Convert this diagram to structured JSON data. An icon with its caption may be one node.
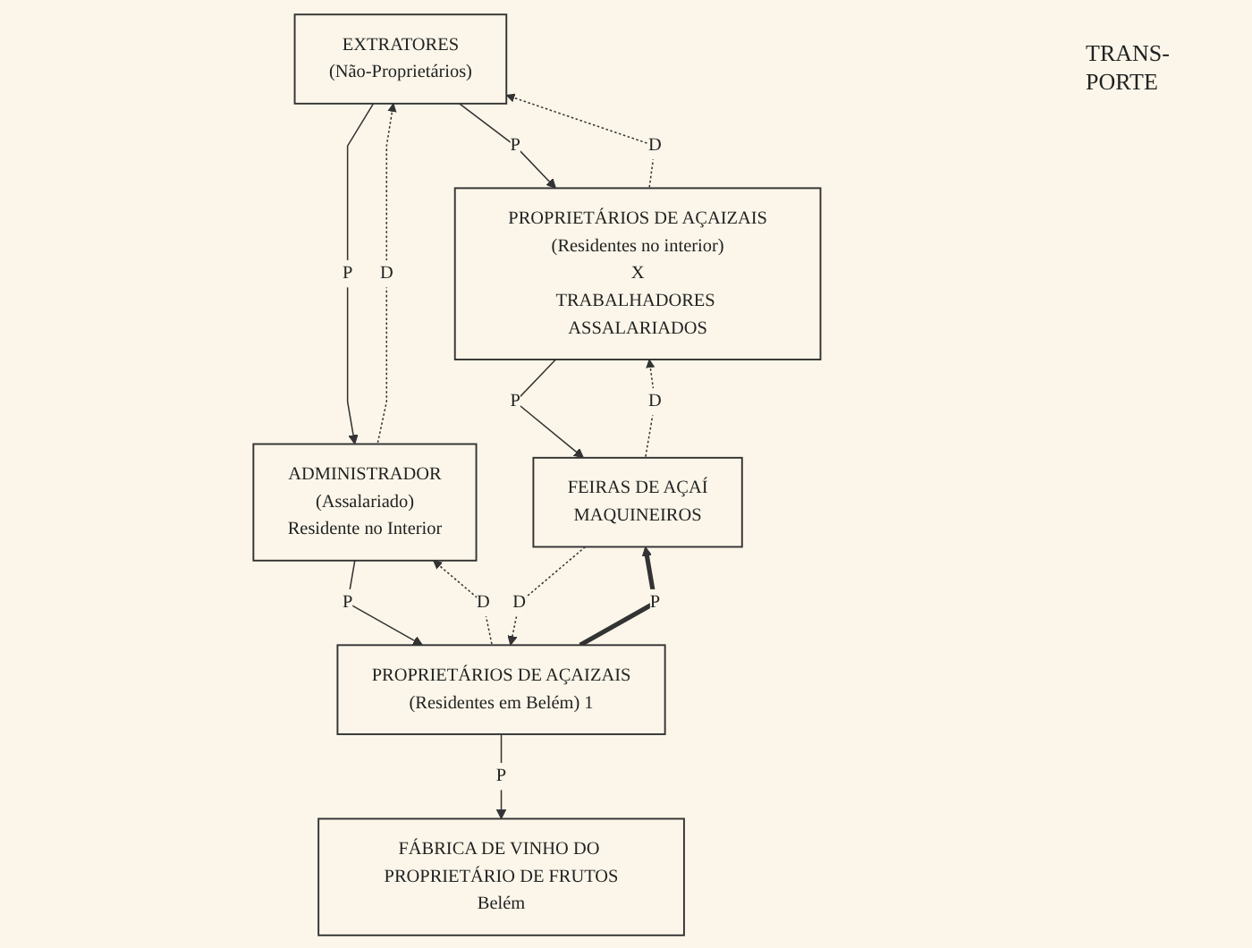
{
  "diagram": {
    "nodes": [
      {
        "text": [
          "EXTRATORES",
          "(Não-Proprietários)"
        ]
      },
      {
        "text": [
          "PROPRIETÁRIOS DE AÇAIZAIS",
          "(Residentes no interior)",
          "X",
          "TRABALHADORES ASSALARIADOS"
        ]
      },
      {
        "text": [
          "ADMINISTRADOR",
          "(Assalariado)",
          "Residente no Interior"
        ]
      },
      {
        "text": [
          "FEIRAS DE AÇAÍ",
          "MAQUINEIROS"
        ]
      },
      {
        "text": [
          "PROPRIETÁRIOS DE AÇAIZAIS",
          "(Residentes em Belém) 1"
        ]
      },
      {
        "text": [
          "FÁBRICA DE VINHO DO PROPRIETÁRIO DE FRUTOS",
          "Belém"
        ]
      }
    ],
    "edges": [
      {
        "from": 0,
        "to": 1,
        "arrow": "to",
        "label": "P"
      },
      {
        "from": 1,
        "to": 0,
        "arrow": "to",
        "label": "D",
        "style": "dashed"
      },
      {
        "from": 0,
        "to": 2,
        "arrow": "to",
        "label": "P"
      },
      {
        "from": 2,
        "to": 0,
        "arrow": "to",
        "label": "D",
        "style": "dashed"
      },
      {
        "from": 1,
        "to": 3,
        "arrow": "to",
        "label": "P"
      },
      {
        "from": 3,
        "to": 1,
        "arrow": "to",
        "label": "D",
        "style": "dashed"
      },
      {
        "from": 2,
        "to": 4,
        "arrow": "to",
        "label": "P"
      },
      {
        "from": 4,
        "to": 2,
        "arrow": "to",
        "label": "D",
        "style": "dashed"
      },
      {
        "from": 4,
        "to": 3,
        "arrow": "to",
        "label": "P",
        "style": "thick"
      },
      {
        "from": 3,
        "to": 4,
        "arrow": "to",
        "label": "D",
        "style": "dashed"
      },
      {
        "from": 4,
        "to": 5,
        "arrow": "to",
        "label": "P"
      }
    ],
    "labels": [
      "TRANS- PORTE"
    ]
  }
}
